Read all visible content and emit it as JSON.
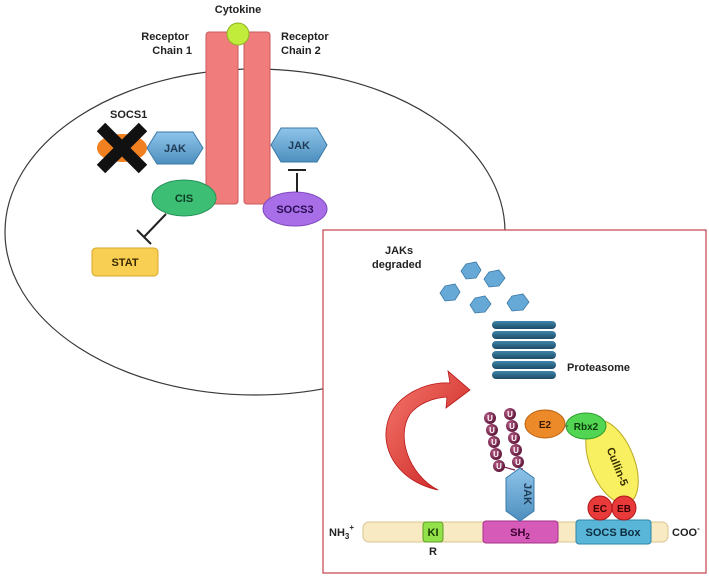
{
  "labels": {
    "cytokine": "Cytokine",
    "receptor1": [
      "Receptor",
      "Chain 1"
    ],
    "receptor2": [
      "Receptor",
      "Chain 2"
    ],
    "socs1": "SOCS1",
    "jak": "JAK",
    "cis": "CIS",
    "socs3": "SOCS3",
    "stat": "STAT",
    "jaks_degraded": [
      "JAKs",
      "degraded"
    ],
    "proteasome": "Proteasome",
    "e2": "E2",
    "rbx2": "Rbx2",
    "cullin5": "Cullin-5",
    "ec": "EC",
    "eb": "EB",
    "ubiquitin": "U",
    "nh3": "NH",
    "nh3_sup": "+",
    "nh3_sub": "3",
    "coo": "COO",
    "coo_sup": "-",
    "kir": [
      "KI",
      "R"
    ],
    "sh2": "SH",
    "sh2_sub": "2",
    "socs_box": "SOCS Box"
  },
  "colors": {
    "receptor": "#f07c7c",
    "cytokine": "#c2ec3c",
    "jak": "#66a9d6",
    "cis": "#3cbf74",
    "socs3": "#a86ee8",
    "stat": "#f8cf52",
    "socs1": "#f08020",
    "proteasome": "#2d6a8a",
    "arrow": "#e8332f",
    "ubiquitin": "#7a2450",
    "e2": "#ec8a2a",
    "rbx2": "#52d552",
    "cullin": "#f8f060",
    "ec_eb": "#e83a3a",
    "backbone": "#f8ebc4",
    "kir": "#92e04a",
    "sh2": "#d65ab8",
    "socs_box": "#5ab6d8",
    "inset_border": "#c2424a"
  }
}
